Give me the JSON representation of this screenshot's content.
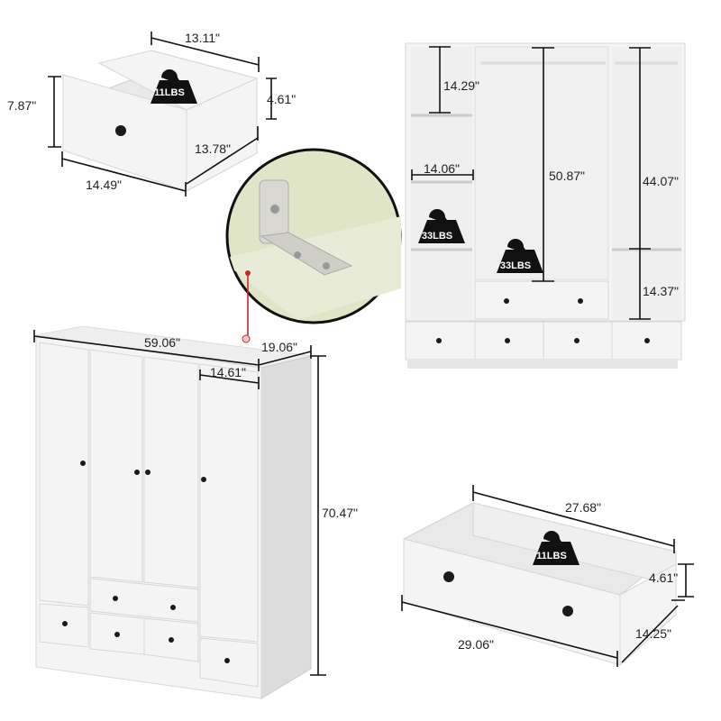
{
  "small_drawer": {
    "depth_back": "13.11\"",
    "height_inner": "4.61\"",
    "height_front": "7.87\"",
    "depth_side": "13.78\"",
    "width_front": "14.49\"",
    "load": "11LBS"
  },
  "interior_view": {
    "top_shelf_height": "14.29\"",
    "shelf_width": "14.06\"",
    "center_hanging_height": "50.87\"",
    "right_hanging_height": "44.07\"",
    "right_lower_height": "14.37\"",
    "shelf_load": "33LBS",
    "center_load": "33LBS"
  },
  "wardrobe": {
    "width": "59.06\"",
    "depth": "19.06\"",
    "door_width": "14.61\"",
    "height": "70.47\""
  },
  "large_drawer": {
    "width_back": "27.68\"",
    "height": "4.61\"",
    "width_front": "29.06\"",
    "depth": "14.25\"",
    "load": "11LBS"
  },
  "colors": {
    "detail_circle_bg": "#dfe5c6",
    "connector": "#c62828"
  }
}
